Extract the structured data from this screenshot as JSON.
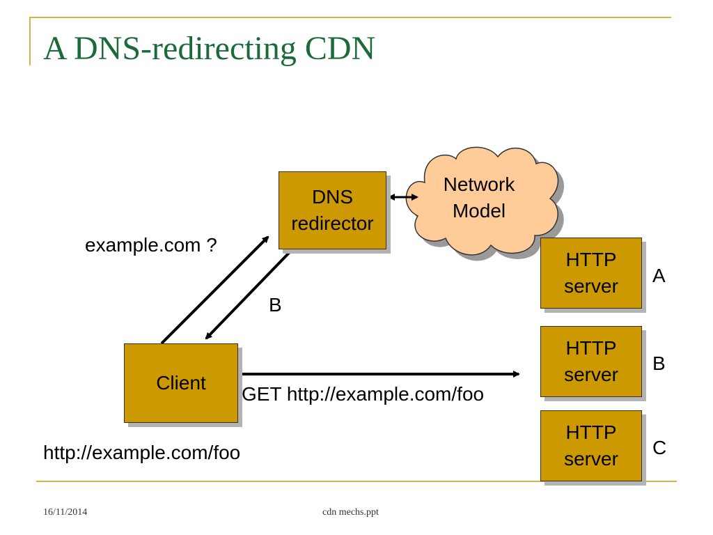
{
  "title": "A DNS-redirecting CDN",
  "nodes": {
    "dns": "DNS redirector",
    "cloud": "Network Model",
    "client": "Client",
    "server_a": "HTTP server",
    "server_b": "HTTP server",
    "server_c": "HTTP server"
  },
  "labels": {
    "query": "example.com ?",
    "reply": "B",
    "get": "GET http://example.com/foo",
    "url": "http://example.com/foo",
    "server_a_tag": "A",
    "server_b_tag": "B",
    "server_c_tag": "C"
  },
  "footer": {
    "date": "16/11/2014",
    "file": "cdn mechs.ppt"
  },
  "colors": {
    "title": "#1b6b3a",
    "box": "#cc9900",
    "cloud": "#ffcc99",
    "accent_line": "#d6b24a"
  }
}
